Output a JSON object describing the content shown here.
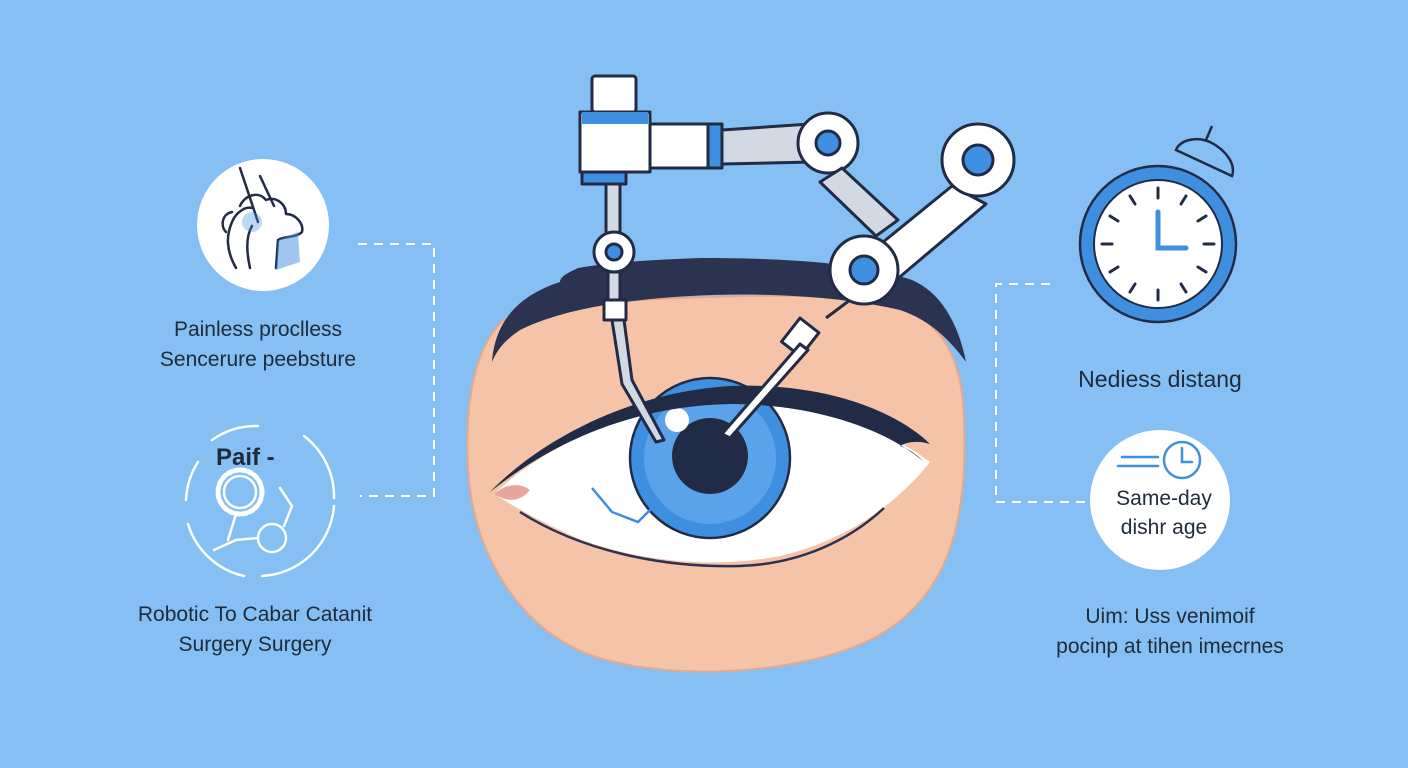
{
  "features": {
    "painless": {
      "line1": "Painless proclless",
      "line2": "Sencerure peebsture"
    },
    "robotic": {
      "badge": "Paif -",
      "line1": "Robotic To Cabar Catanit",
      "line2": "Surgery Surgery"
    },
    "needless": {
      "line1": "Nediess distang"
    },
    "sameday": {
      "line1": "Same-day",
      "line2": "dishr age"
    },
    "uim": {
      "line1": "Uim: Uss venimoif",
      "line2": "pocinp at tihen imecrnes"
    }
  },
  "colors": {
    "background": "#86bff4",
    "accent_blue": "#3f8fe0",
    "outline": "#222b45",
    "skin": "#f4c3a8",
    "white": "#ffffff"
  },
  "icons": [
    "hand-icon",
    "gear-network-icon",
    "alarm-clock-icon",
    "clock-list-icon",
    "robotic-arm-icon",
    "eye-illustration"
  ]
}
